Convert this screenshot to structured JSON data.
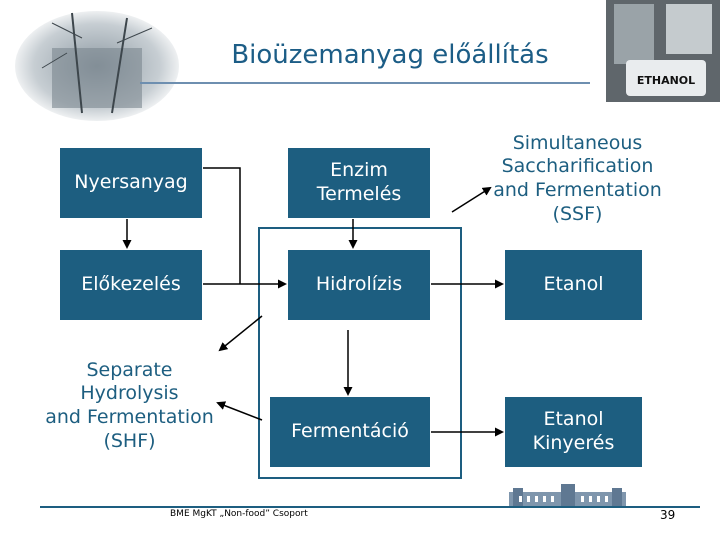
{
  "title": "Bioüzemanyag előállítás",
  "boxes": {
    "nyersanyag": "Nyersanyag",
    "enzim": "Enzim\nTermelés",
    "elokezeles": "Előkezelés",
    "hidrolizis": "Hidrolízis",
    "etanol": "Etanol",
    "fermentacio": "Fermentáció",
    "kinyeres": "Etanol\nKinyerés"
  },
  "labels": {
    "ssf": "Simultaneous\nSaccharification\nand Fermentation\n(SSF)",
    "shf": "Separate\nHydrolysis\nand Fermentation\n(SHF)"
  },
  "photo_text": "ETHANOL",
  "footer": {
    "group": "BME MgKT „Non-food” Csoport",
    "page": "39"
  },
  "colors": {
    "box_fill": "#1d5e80",
    "title": "#1c5d86"
  }
}
